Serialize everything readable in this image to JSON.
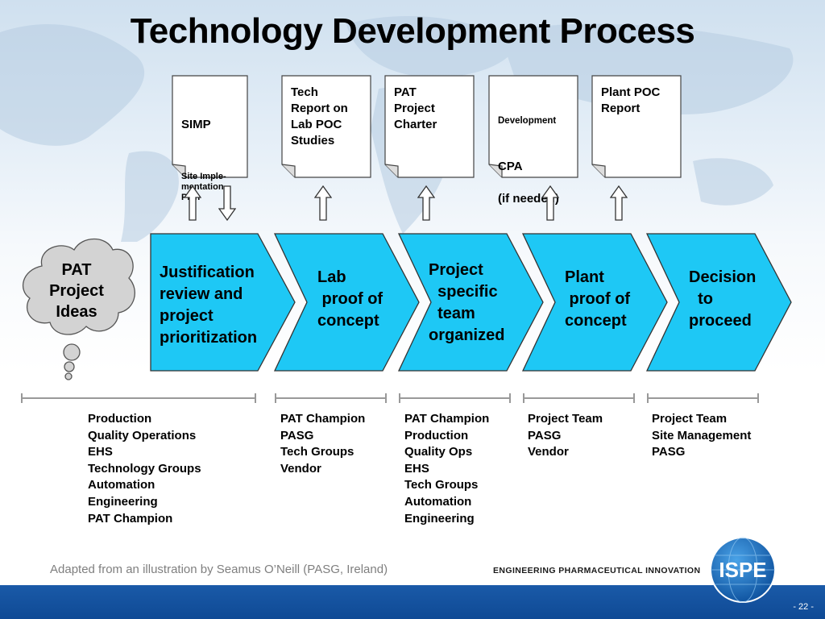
{
  "title": "Technology Development Process",
  "documents": [
    {
      "heading": "SIMP",
      "sub": "Site Imple-\nmentation\nPlan"
    },
    {
      "heading": "Tech\nReport on\nLab POC\nStudies"
    },
    {
      "heading": "PAT\nProject\nCharter"
    },
    {
      "pre": "Development",
      "heading": "CPA\n\n(if needed)"
    },
    {
      "heading": "Plant POC\nReport"
    }
  ],
  "cloud_text": "PAT\nProject\nIdeas",
  "steps": [
    "Justification\nreview and\nproject\nprioritization",
    "Lab\n proof of\nconcept",
    "Project\n  specific\n  team\norganized",
    "Plant\n proof of\nconcept",
    "Decision\n  to\nproceed"
  ],
  "teams": [
    [
      "Production",
      "Quality Operations",
      "EHS",
      "Technology Groups",
      "Automation",
      "Engineering",
      "PAT Champion"
    ],
    [
      "PAT Champion",
      "PASG",
      "Tech Groups",
      "Vendor"
    ],
    [
      "PAT Champion",
      "Production",
      "Quality Ops",
      "EHS",
      "Tech Groups",
      "Automation",
      "Engineering"
    ],
    [
      "Project Team",
      "PASG",
      "Vendor"
    ],
    [
      "Project Team",
      "Site Management",
      "PASG"
    ]
  ],
  "credit": "Adapted from an illustration by Seamus O’Neill (PASG, Ireland)",
  "tagline": "ENGINEERING PHARMACEUTICAL INNOVATION",
  "logo_text": "ISPE",
  "page_number": "- 22 -",
  "colors": {
    "chevron": "#1ec8f5",
    "footer": "#1257a5",
    "cloud": "#d3d3d3"
  }
}
